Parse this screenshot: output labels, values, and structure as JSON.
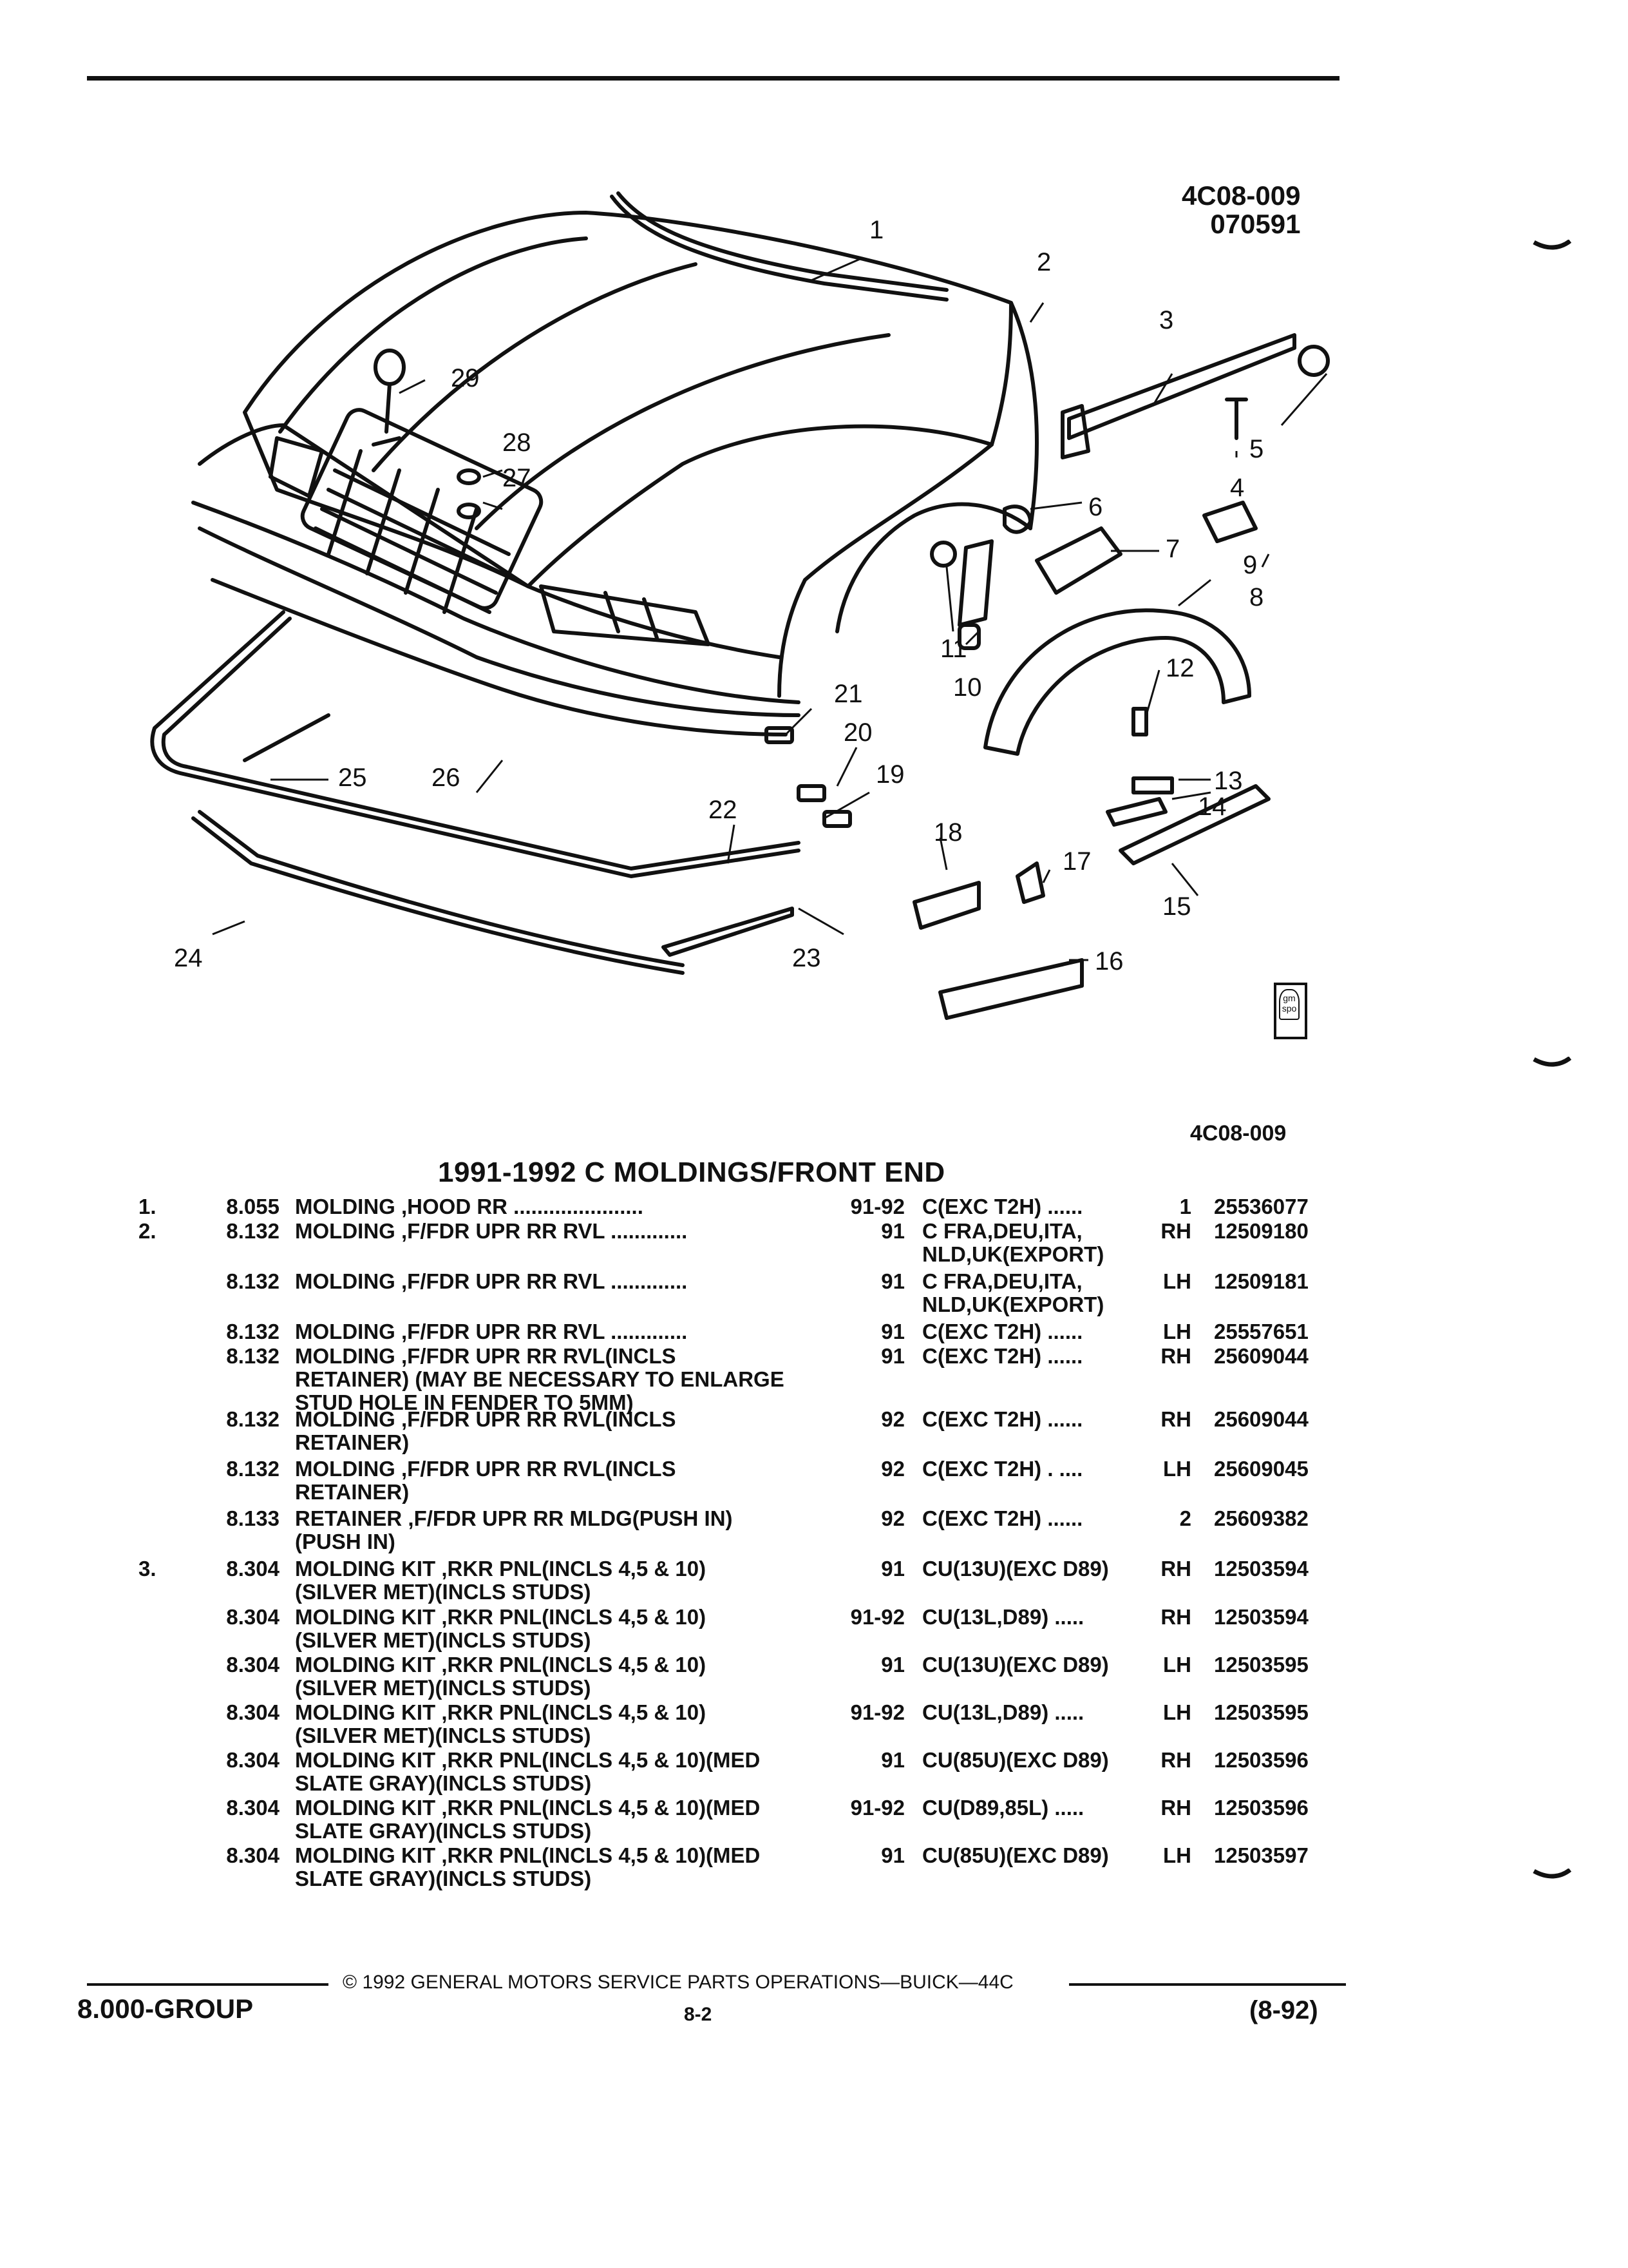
{
  "header": {
    "illustration_number": "4C08-009",
    "illustration_date": "070591"
  },
  "diagram": {
    "callouts": [
      "1",
      "2",
      "3",
      "4",
      "5",
      "6",
      "7",
      "8",
      "9",
      "10",
      "11",
      "12",
      "13",
      "14",
      "15",
      "16",
      "17",
      "18",
      "19",
      "20",
      "21",
      "22",
      "23",
      "24",
      "25",
      "26",
      "27",
      "28",
      "29"
    ],
    "logo_text": "gm spo"
  },
  "section_ref": "4C08-009",
  "section_title": "1991-1992 C MOLDINGS/FRONT END",
  "parts": [
    {
      "idx": "1.",
      "group": "8.055",
      "name": "MOLDING",
      "desc": " ,HOOD RR ......................",
      "years": "91-92",
      "app": "C(EXC T2H) ......",
      "qty": "1",
      "pn": "25536077"
    },
    {
      "idx": "2.",
      "group": "8.132",
      "name": "MOLDING",
      "desc": " ,F/FDR UPR RR RVL .............",
      "years": "91",
      "app": "C FRA,DEU,ITA,\nNLD,UK(EXPORT)",
      "qty": "RH",
      "pn": "12509180"
    },
    {
      "idx": "",
      "group": "8.132",
      "name": "MOLDING",
      "desc": " ,F/FDR UPR RR RVL .............",
      "years": "91",
      "app": "C FRA,DEU,ITA,\nNLD,UK(EXPORT)",
      "qty": "LH",
      "pn": "12509181"
    },
    {
      "idx": "",
      "group": "8.132",
      "name": "MOLDING",
      "desc": " ,F/FDR UPR RR RVL .............",
      "years": "91",
      "app": "C(EXC T2H) ......",
      "qty": "LH",
      "pn": "25557651"
    },
    {
      "idx": "",
      "group": "8.132",
      "name": "MOLDING",
      "desc": " ,F/FDR UPR RR RVL(INCLS\nRETAINER) (MAY BE NECESSARY TO ENLARGE\nSTUD HOLE IN FENDER TO 5MM)",
      "years": "91",
      "app": "C(EXC T2H) ......",
      "qty": "RH",
      "pn": "25609044"
    },
    {
      "idx": "",
      "group": "8.132",
      "name": "MOLDING",
      "desc": " ,F/FDR UPR RR RVL(INCLS\nRETAINER)",
      "years": "92",
      "app": "C(EXC T2H) ......",
      "qty": "RH",
      "pn": "25609044"
    },
    {
      "idx": "",
      "group": "8.132",
      "name": "MOLDING",
      "desc": " ,F/FDR UPR RR RVL(INCLS\nRETAINER)",
      "years": "92",
      "app": "C(EXC T2H) . ....",
      "qty": "LH",
      "pn": "25609045"
    },
    {
      "idx": "",
      "group": "8.133",
      "name": "RETAINER",
      "desc": " ,F/FDR UPR RR MLDG(PUSH IN)\n(PUSH IN)",
      "years": "92",
      "app": "C(EXC T2H) ......",
      "qty": "2",
      "pn": "25609382"
    },
    {
      "idx": "3.",
      "group": "8.304",
      "name": "MOLDING KIT",
      "desc": " ,RKR PNL(INCLS 4,5 & 10)\n(SILVER MET)(INCLS STUDS)",
      "years": "91",
      "app": "CU(13U)(EXC D89)",
      "qty": "RH",
      "pn": "12503594"
    },
    {
      "idx": "",
      "group": "8.304",
      "name": "MOLDING KIT",
      "desc": " ,RKR PNL(INCLS 4,5 & 10)\n(SILVER MET)(INCLS STUDS)",
      "years": "91-92",
      "app": "CU(13L,D89) .....",
      "qty": "RH",
      "pn": "12503594"
    },
    {
      "idx": "",
      "group": "8.304",
      "name": "MOLDING KIT",
      "desc": " ,RKR PNL(INCLS 4,5 & 10)\n(SILVER MET)(INCLS STUDS)",
      "years": "91",
      "app": "CU(13U)(EXC D89)",
      "qty": "LH",
      "pn": "12503595"
    },
    {
      "idx": "",
      "group": "8.304",
      "name": "MOLDING KIT",
      "desc": " ,RKR PNL(INCLS 4,5 & 10)\n(SILVER MET)(INCLS STUDS)",
      "years": "91-92",
      "app": "CU(13L,D89) .....",
      "qty": "LH",
      "pn": "12503595"
    },
    {
      "idx": "",
      "group": "8.304",
      "name": "MOLDING KIT",
      "desc": " ,RKR PNL(INCLS 4,5 & 10)(MED\nSLATE GRAY)(INCLS STUDS)",
      "years": "91",
      "app": "CU(85U)(EXC D89)",
      "qty": "RH",
      "pn": "12503596"
    },
    {
      "idx": "",
      "group": "8.304",
      "name": "MOLDING KIT",
      "desc": " ,RKR PNL(INCLS 4,5 & 10)(MED\nSLATE GRAY)(INCLS STUDS)",
      "years": "91-92",
      "app": "CU(D89,85L) .....",
      "qty": "RH",
      "pn": "12503596"
    },
    {
      "idx": "",
      "group": "8.304",
      "name": "MOLDING KIT",
      "desc": " ,RKR PNL(INCLS 4,5 & 10)(MED\nSLATE GRAY)(INCLS STUDS)",
      "years": "91",
      "app": "CU(85U)(EXC D89)",
      "qty": "LH",
      "pn": "12503597"
    }
  ],
  "footer": {
    "copyright": "© 1992 GENERAL MOTORS SERVICE PARTS OPERATIONS—BUICK—44C",
    "group": "8.000-GROUP",
    "page": "8-2",
    "revision": "(8-92)"
  }
}
